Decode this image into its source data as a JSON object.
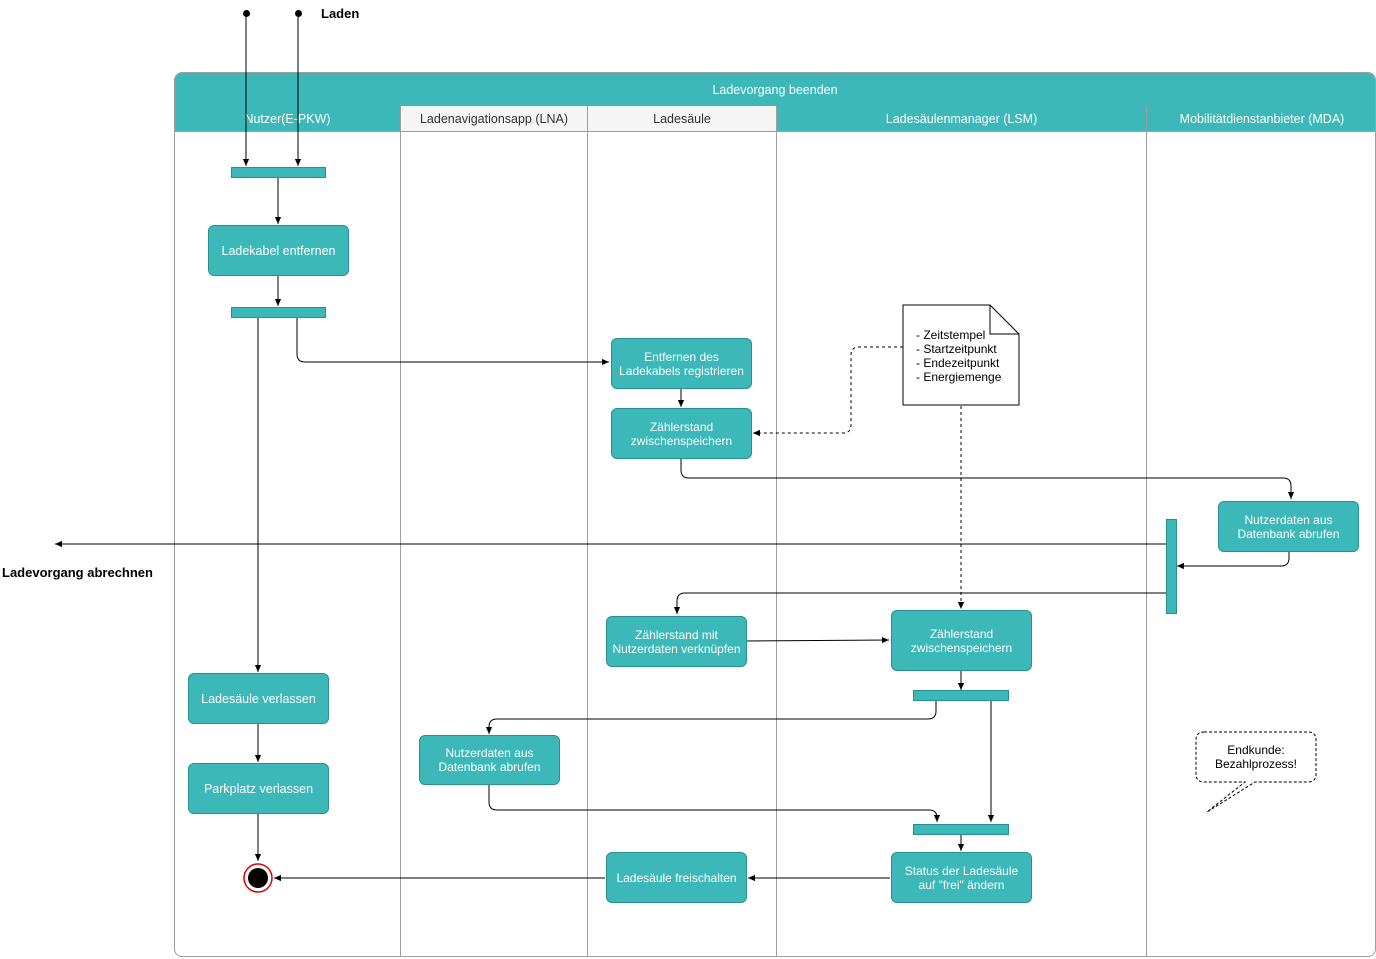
{
  "start_label": "Laden",
  "exit_label": "Ladevorgang abrechnen",
  "pool": {
    "title": "Ladevorgang beenden"
  },
  "lanes": [
    {
      "label": "Nutzer(E-PKW)"
    },
    {
      "label": "Ladenavigationsapp (LNA)"
    },
    {
      "label": "Ladesäule"
    },
    {
      "label": "Ladesäulenmanager (LSM)"
    },
    {
      "label": "Mobilitätdienstanbieter (MDA)"
    }
  ],
  "activities": {
    "ladekabel_entfernen": "Ladekabel entfernen",
    "entfernen_registrieren": "Entfernen des Ladekabels registrieren",
    "zaehlerstand_zwischenspeichern_1": "Zählerstand zwischenspeichern",
    "nutzerdaten_abrufen_mda": "Nutzerdaten aus Datenbank abrufen",
    "zaehlerstand_verknuepfen": "Zählerstand mit Nutzerdaten verknüpfen",
    "zaehlerstand_zwischenspeichern_2": "Zählerstand zwischenspeichern",
    "ladesaeule_verlassen": "Ladesäule verlassen",
    "nutzerdaten_abrufen_lna": "Nutzerdaten aus Datenbank abrufen",
    "parkplatz_verlassen": "Parkplatz verlassen",
    "ladesaeule_freischalten": "Ladesäule freischalten",
    "status_aendern": "Status der Ladesäule auf \"frei\" ändern"
  },
  "note": {
    "lines": [
      "- Zeitstempel",
      "- Startzeitpunkt",
      "- Endezeitpunkt",
      "- Energiemenge"
    ]
  },
  "bubble": {
    "text": "Endkunde: Bezahlprozess!"
  },
  "colors": {
    "accent": "#3db8b8",
    "accent_border": "#2a8f8f",
    "lane_header_light": "#f5f5f5",
    "end_ring": "#e00000"
  }
}
